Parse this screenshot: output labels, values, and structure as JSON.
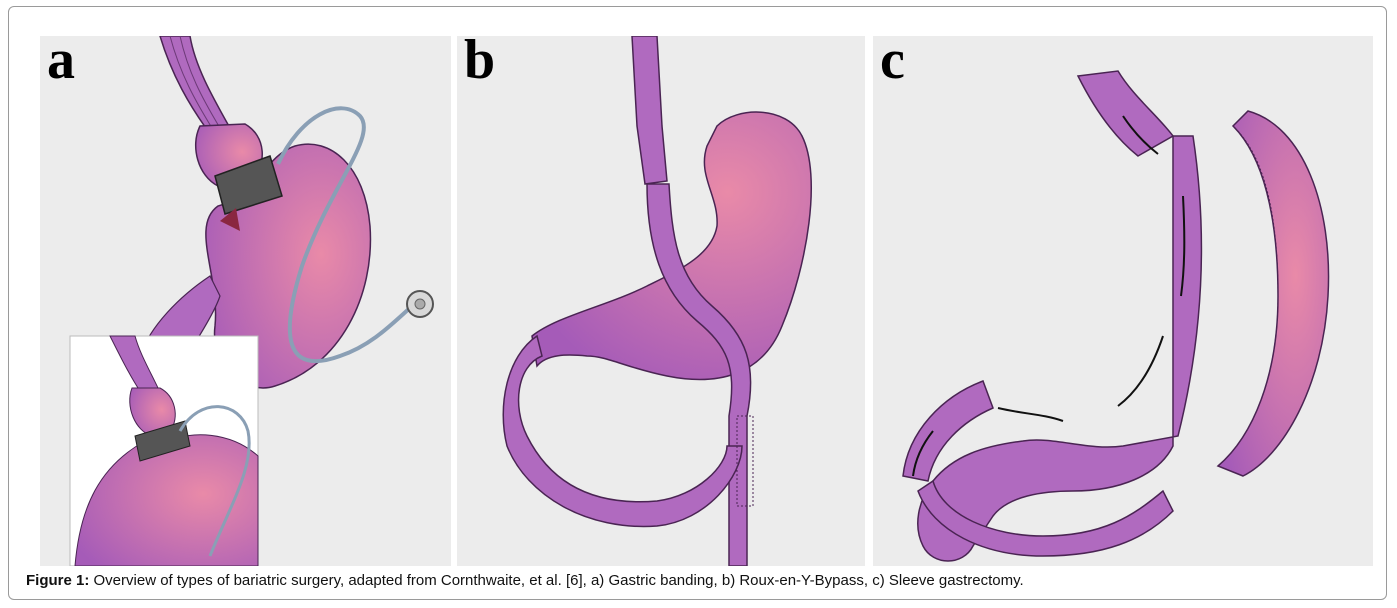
{
  "figure": {
    "panels": [
      {
        "letter": "a"
      },
      {
        "letter": "b"
      },
      {
        "letter": "c"
      }
    ],
    "caption_label": "Figure 1:",
    "caption_text": " Overview of types of bariatric surgery, adapted from Cornthwaite, et al. [6], a) Gastric banding, b) Roux-en-Y-Bypass, c) Sleeve gastrectomy."
  },
  "colors": {
    "tissue": "#b86cc4",
    "tissue_edge": "#4a2453",
    "panel_bg": "#ececec",
    "band_tube": "#8a9fb5"
  }
}
